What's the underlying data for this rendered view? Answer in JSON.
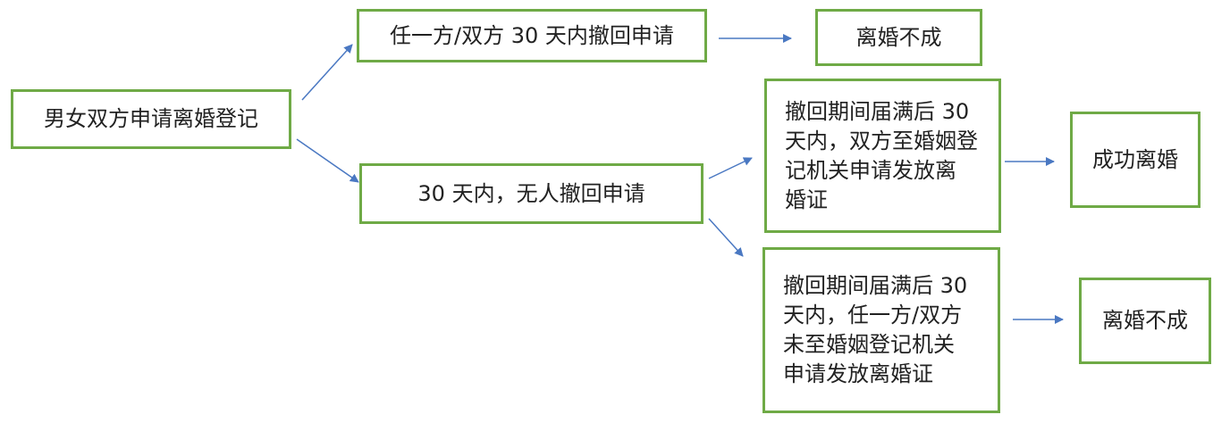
{
  "colors": {
    "box_border": "#6faa46",
    "arrow": "#4a78c2",
    "text": "#222222"
  },
  "nodes": {
    "start": "男女双方申请离婚登记",
    "withdraw": "任一方/双方 30 天内撤回申请",
    "withdraw_result": "离婚不成",
    "no_withdraw": "30 天内，无人撤回申请",
    "apply_cert": "撤回期间届满后 30\n天内，双方至婚姻登\n记机关申请发放离\n婚证",
    "success": "成功离婚",
    "not_apply": "撤回期间届满后 30\n天内，任一方/双方\n未至婚姻登记机关\n申请发放离婚证",
    "fail": "离婚不成"
  }
}
